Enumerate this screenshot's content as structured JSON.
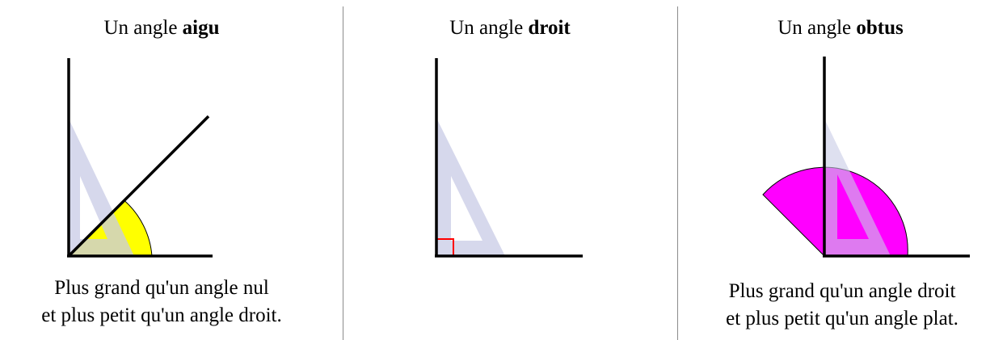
{
  "panels": [
    {
      "title_prefix": "Un angle ",
      "title_bold": "aigu",
      "caption_line1": "Plus grand qu'un angle nul",
      "caption_line2": "et plus petit qu'un angle droit.",
      "highlight_color": "#ffff00"
    },
    {
      "title_prefix": "Un angle ",
      "title_bold": "droit",
      "right_angle_marker_color": "#ff0000"
    },
    {
      "title_prefix": "Un angle ",
      "title_bold": "obtus",
      "caption_line1": "Plus grand qu'un angle droit",
      "caption_line2": "et plus petit qu'un angle plat.",
      "highlight_color": "#ff00ff"
    }
  ],
  "colors": {
    "set_square_fill": "#c8cbe6",
    "line": "#000000",
    "divider": "#8c8c8c"
  }
}
